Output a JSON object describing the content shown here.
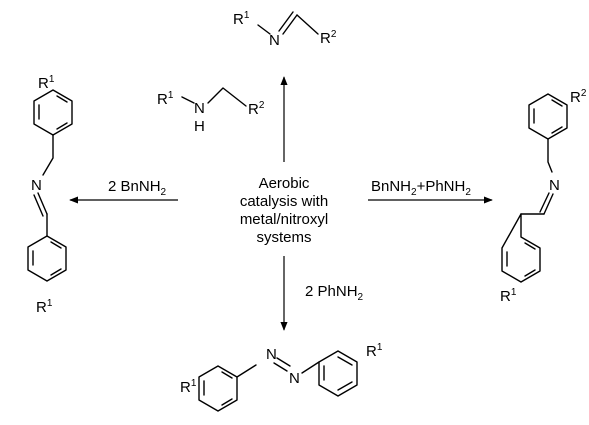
{
  "center": {
    "lines": [
      "Aerobic",
      "catalysis with",
      "metal/nitroxyl",
      "systems"
    ]
  },
  "reagents": {
    "left_prefix": "2 BnNH",
    "left_sub": "2",
    "right_a": "BnNH",
    "right_a_sub": "2",
    "right_b": "+PhNH",
    "right_b_sub": "2",
    "bottom_prefix": "2 PhNH",
    "bottom_sub": "2"
  },
  "atoms": {
    "r": "R",
    "sup1": "1",
    "sup2": "2",
    "n": "N",
    "h": "H"
  }
}
